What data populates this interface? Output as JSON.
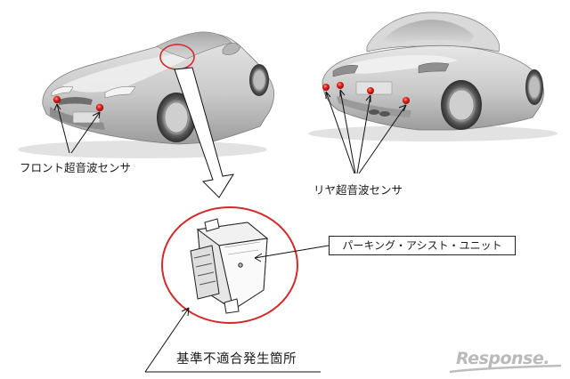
{
  "labels": {
    "front_sensor": "フロント超音波センサ",
    "rear_sensor": "リヤ超音波センサ",
    "parking_assist_unit": "パーキング・アシスト・ユニット",
    "defect_location": "基準不適合発生箇所"
  },
  "logo": {
    "text": "Response."
  },
  "colors": {
    "sensor_dot": "#e02020",
    "highlight_circle": "#d42a2a",
    "car_body": "#cfcfcf",
    "logo": "#b9b9b9"
  }
}
